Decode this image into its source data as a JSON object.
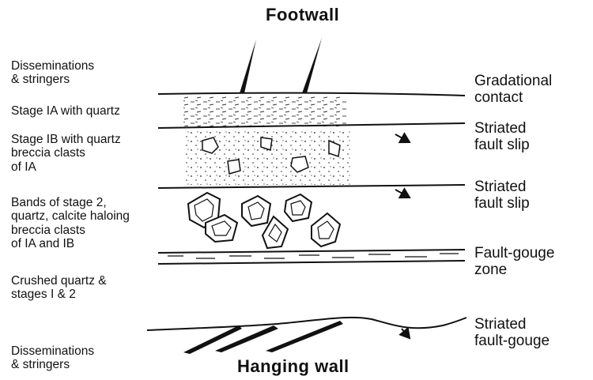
{
  "diagram": {
    "footwall": "Footwall",
    "hanging_wall": "Hanging wall",
    "left_labels": [
      "Disseminations\n& stringers",
      "Stage IA with quartz",
      "Stage IB with quartz\nbreccia clasts\nof IA",
      "Bands of stage 2,\nquartz, calcite haloing\nbreccia clasts\nof IA and IB",
      "Crushed quartz &\nstages I & 2",
      "Disseminations\n& stringers"
    ],
    "right_labels": [
      "Gradational\ncontact",
      "Striated\nfault slip",
      "Striated\nfault slip",
      "Fault-gouge\nzone",
      "Striated\nfault-gouge"
    ]
  }
}
